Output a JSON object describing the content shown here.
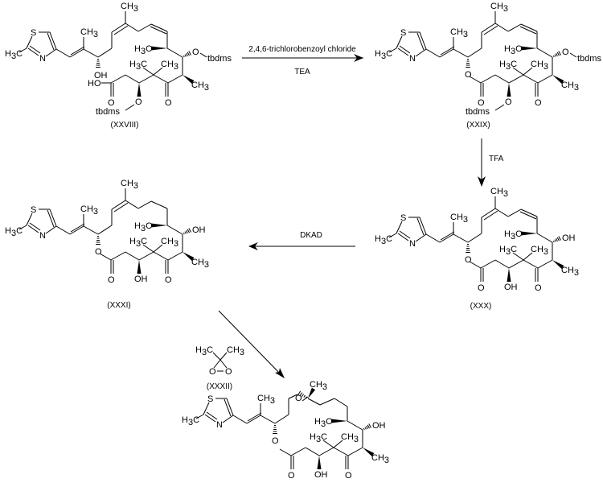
{
  "scheme": {
    "compounds": [
      {
        "id": "XXVIII",
        "label": "(XXVIII)",
        "ring": "open-acid",
        "alcohol_o": "OH",
        "acid_label": "HO",
        "c3_sub": "O-tbdms",
        "c7_sub": "O-tbdms",
        "c12_c13": "cis-alkene",
        "epoxide": false
      },
      {
        "id": "XXIX",
        "label": "(XXIX)",
        "ring": "lactone",
        "c3_sub": "O-tbdms",
        "c7_sub": "O-tbdms",
        "c12_c13": "cis-alkene",
        "epoxide": false
      },
      {
        "id": "XXX",
        "label": "(XXX)",
        "ring": "lactone",
        "c3_sub": "OH",
        "c7_sub": "OH",
        "c12_c13": "cis-alkene",
        "epoxide": false
      },
      {
        "id": "XXXI",
        "label": "(XXXI)",
        "ring": "lactone",
        "c3_sub": "OH",
        "c7_sub": "OH",
        "c12_c13": "saturated",
        "epoxide": false
      },
      {
        "id": "final",
        "label": "",
        "ring": "lactone",
        "c3_sub": "OH",
        "c7_sub": "OH",
        "c12_c13": "saturated",
        "epoxide": true
      }
    ],
    "reagent_XXXII": {
      "label": "(XXXII)",
      "left_methyl": "H3C",
      "right_methyl": "CH3",
      "o1": "O",
      "o2": "O"
    },
    "arrows": [
      {
        "from": "XXVIII",
        "to": "XXIX",
        "above": "2,4,6-trichlorobenzoyl chloride",
        "below": "TEA"
      },
      {
        "from": "XXIX",
        "to": "XXX",
        "side": "TFA"
      },
      {
        "from": "XXX",
        "to": "XXXI",
        "above": "DKAD"
      },
      {
        "from": "XXXI",
        "to": "final",
        "reagent": "XXXII"
      }
    ],
    "atoms": {
      "S": "S",
      "N": "N",
      "O": "O",
      "OH": "OH",
      "HO": "HO",
      "H": "H",
      "C": "C",
      "tbdms": "tbdms",
      "three": "3"
    }
  }
}
